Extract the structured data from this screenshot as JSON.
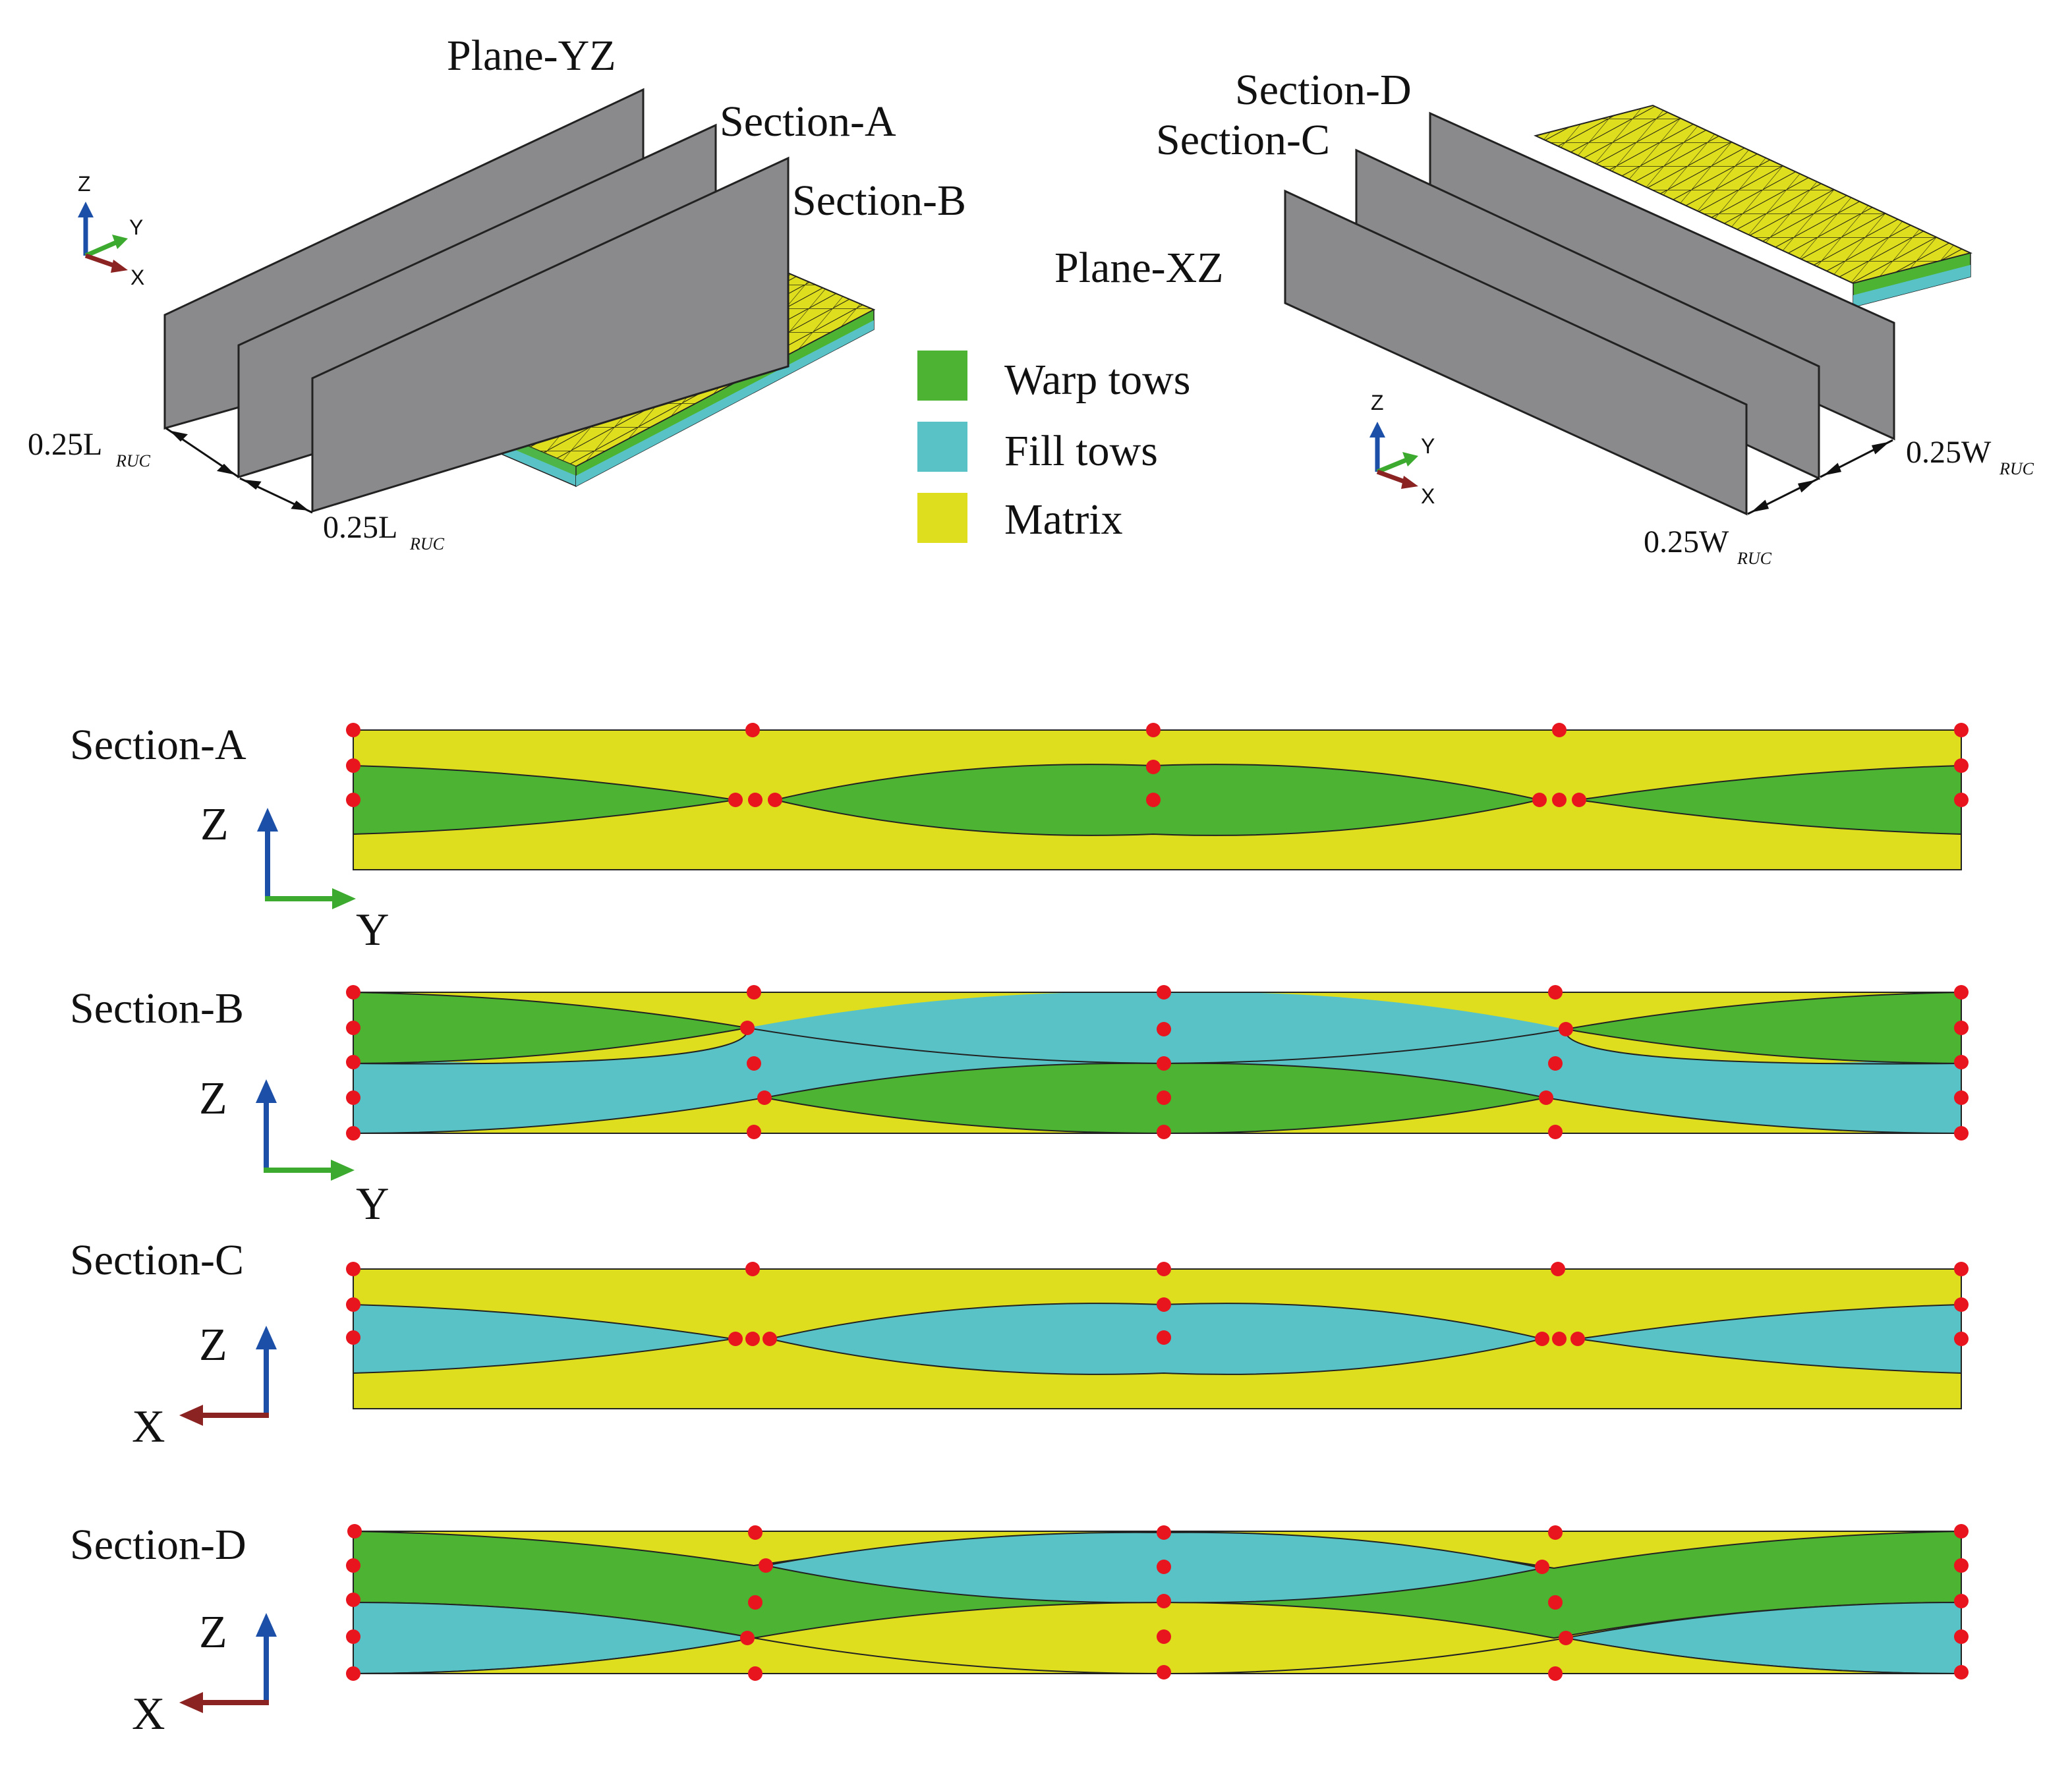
{
  "top_left": {
    "plane_label": "Plane-YZ",
    "section_a_label": "Section-A",
    "section_b_label": "Section-B",
    "dim1": "0.25L",
    "dim2": "0.25L",
    "dim_sub": "RUC",
    "triad": {
      "z": "Z",
      "y": "Y",
      "x": "X"
    }
  },
  "top_right": {
    "section_d_label": "Section-D",
    "section_c_label": "Section-C",
    "plane_label": "Plane-XZ",
    "dim1": "0.25W",
    "dim2": "0.25W",
    "dim_sub": "RUC",
    "triad": {
      "z": "Z",
      "y": "Y",
      "x": "X"
    }
  },
  "legend": {
    "items": [
      {
        "label": "Warp tows",
        "color": "#4cb333"
      },
      {
        "label": "Fill tows",
        "color": "#58c2c7"
      },
      {
        "label": "Matrix",
        "color": "#dede1f"
      }
    ]
  },
  "sections": [
    {
      "title": "Section-A",
      "vertical_axis": "Z",
      "horizontal_axis": "Y"
    },
    {
      "title": "Section-B",
      "vertical_axis": "Z",
      "horizontal_axis": "Y"
    },
    {
      "title": "Section-C",
      "vertical_axis": "Z",
      "horizontal_axis": "X"
    },
    {
      "title": "Section-D",
      "vertical_axis": "Z",
      "horizontal_axis": "X"
    }
  ],
  "colors": {
    "warp": "#4cb333",
    "fill": "#58c2c7",
    "matrix": "#dede1f",
    "plane": "#8a8a8c",
    "node": "#e8141e",
    "axis_z": "#1b4fa8",
    "axis_y": "#3caa2e",
    "axis_x": "#8c2323"
  }
}
